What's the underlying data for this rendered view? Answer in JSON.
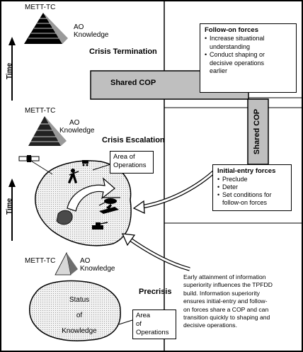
{
  "labels": {
    "mett_tc_top": "METT-TC",
    "ao_top": [
      "AO",
      "Knowledge"
    ],
    "mett_tc_mid": "METT-TC",
    "ao_mid": [
      "AO",
      "Knowledge"
    ],
    "mett_tc_low": "METT-TC",
    "ao_low": [
      "AO",
      "Knowledge"
    ],
    "phase_termination": "Crisis Termination",
    "phase_escalation": "Crisis Escalation",
    "phase_precrisis": "Precrisis",
    "shared_cop_horizontal": "Shared COP",
    "shared_cop_vertical": "Shared COP",
    "time_top": "Time",
    "time_bottom": "Time",
    "area_of_operations_mid": [
      "Area of",
      "Operations"
    ],
    "area_of_operations_low": [
      "Area",
      "of",
      "Operations"
    ],
    "status_of_knowledge": [
      "Status",
      "of",
      "Knowledge"
    ]
  },
  "follow_on_box": {
    "title": "Follow-on forces",
    "items": [
      "Increase situational understanding",
      "Conduct shaping or decisive operations earlier"
    ],
    "lines": [
      [
        "Increase situational",
        "understanding"
      ],
      [
        "Conduct shaping or",
        "decisive operations",
        "earlier"
      ]
    ]
  },
  "initial_entry_box": {
    "title": "Initial-entry forces",
    "items": [
      "Preclude",
      "Deter",
      "Set conditions for follow-on forces"
    ],
    "lines": [
      [
        "Preclude"
      ],
      [
        "Deter"
      ],
      [
        "Set conditions for",
        "follow-on forces"
      ]
    ]
  },
  "caption_lines": [
    "Early attainment of information",
    "superiority influences the TPFDD",
    "build. Information superiority",
    "ensures initial-entry and follow-",
    "on forces share a COP and can",
    "transition quickly to shaping and",
    "decisive operations."
  ]
}
